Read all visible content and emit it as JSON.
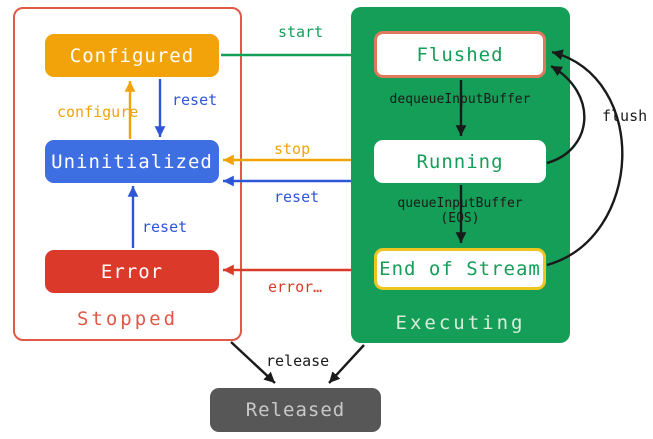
{
  "groups": {
    "stopped": {
      "label": "Stopped"
    },
    "executing": {
      "label": "Executing"
    }
  },
  "states": {
    "configured": {
      "label": "Configured"
    },
    "uninitialized": {
      "label": "Uninitialized"
    },
    "error": {
      "label": "Error"
    },
    "flushed": {
      "label": "Flushed"
    },
    "running": {
      "label": "Running"
    },
    "end_of_stream": {
      "label": "End of Stream"
    },
    "released": {
      "label": "Released"
    }
  },
  "edges": {
    "start": {
      "label": "start",
      "from": "configured",
      "to": "flushed"
    },
    "configure": {
      "label": "configure",
      "from": "uninitialized",
      "to": "configured"
    },
    "reset_from_configured": {
      "label": "reset",
      "from": "configured",
      "to": "uninitialized"
    },
    "reset_from_error": {
      "label": "reset",
      "from": "error",
      "to": "uninitialized"
    },
    "stop": {
      "label": "stop",
      "from": "executing",
      "to": "uninitialized"
    },
    "reset_from_executing": {
      "label": "reset",
      "from": "executing",
      "to": "uninitialized"
    },
    "error": {
      "label": "error…",
      "from": "executing",
      "to": "error"
    },
    "dequeue_input_buffer": {
      "label": "dequeueInputBuffer",
      "from": "flushed",
      "to": "running"
    },
    "queue_input_buffer_eos": {
      "label": "queueInputBuffer\n(EOS)",
      "from": "running",
      "to": "end_of_stream"
    },
    "flush": {
      "label": "flush",
      "from": "running, end_of_stream",
      "to": "flushed"
    },
    "release": {
      "label": "release",
      "from": "stopped, executing",
      "to": "released"
    }
  },
  "colors": {
    "orange": "#F2A30A",
    "blue": "#3D6EE2",
    "blue_accent": "#2F55D8",
    "red": "#DB3A2A",
    "red_light": "#E25746",
    "green": "#149E57",
    "yellow": "#EDC520",
    "salmon": "#E0795C",
    "dark_gray": "#575757",
    "released_text": "#C9C9C9",
    "executing_label": "#D8EDDC",
    "black": "#1A1A1A"
  }
}
